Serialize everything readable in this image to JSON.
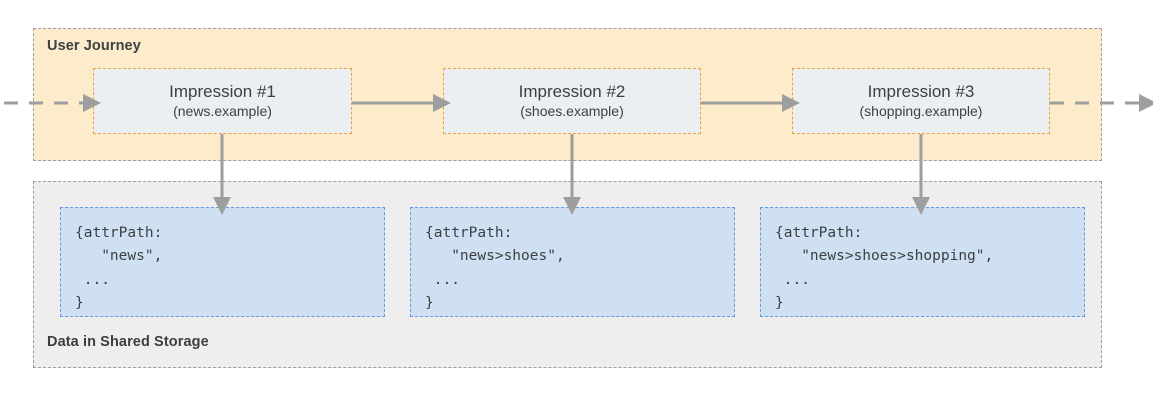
{
  "diagram": {
    "title": "User Journey and Shared Storage attrPath diagram",
    "colors": {
      "journey_panel_bg": "#fdeccb",
      "storage_panel_bg": "#eeeeee",
      "panel_border": "#9aa0a6",
      "impression_box_bg": "#eceff1",
      "impression_box_border": "#f0a33c",
      "code_box_bg": "#cfe0f3",
      "code_box_border": "#6699dd",
      "arrow": "#9e9e9e",
      "text": "#3c4043",
      "page_bg": "#ffffff"
    }
  },
  "journey": {
    "label": "User Journey",
    "impressions": [
      {
        "title": "Impression #1",
        "site": "(news.example)"
      },
      {
        "title": "Impression #2",
        "site": "(shoes.example)"
      },
      {
        "title": "Impression #3",
        "site": "(shopping.example)"
      }
    ]
  },
  "storage": {
    "label": "Data in Shared Storage",
    "records": [
      {
        "code": "{attrPath:\n   \"news\",\n ...\n}"
      },
      {
        "code": "{attrPath:\n   \"news>shoes\",\n ...\n}"
      },
      {
        "code": "{attrPath:\n   \"news>shoes>shopping\",\n ...\n}"
      }
    ]
  },
  "connectors": {
    "entry_arrow": "dashed-arrow-right",
    "exit_arrow": "dashed-arrow-right",
    "between_impressions": "solid-arrow-right",
    "impression_to_record": "solid-arrow-down"
  }
}
